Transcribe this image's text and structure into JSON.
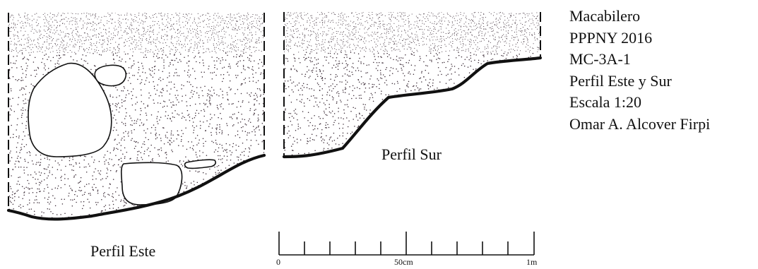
{
  "title_block": {
    "lines": [
      "Macabilero",
      "PPPNY 2016",
      "MC-3A-1",
      "Perfil Este y Sur",
      "Escala 1:20",
      "Omar A. Alcover Firpi"
    ]
  },
  "profiles": {
    "east_label": "Perfil Este",
    "south_label": "Perfil Sur"
  },
  "scale_bar": {
    "label_start": "0",
    "label_mid": "50cm",
    "label_end": "1m",
    "divisions": 10
  },
  "colors": {
    "ink": "#111111",
    "stipple": "#3a2a35",
    "paper": "#ffffff"
  }
}
